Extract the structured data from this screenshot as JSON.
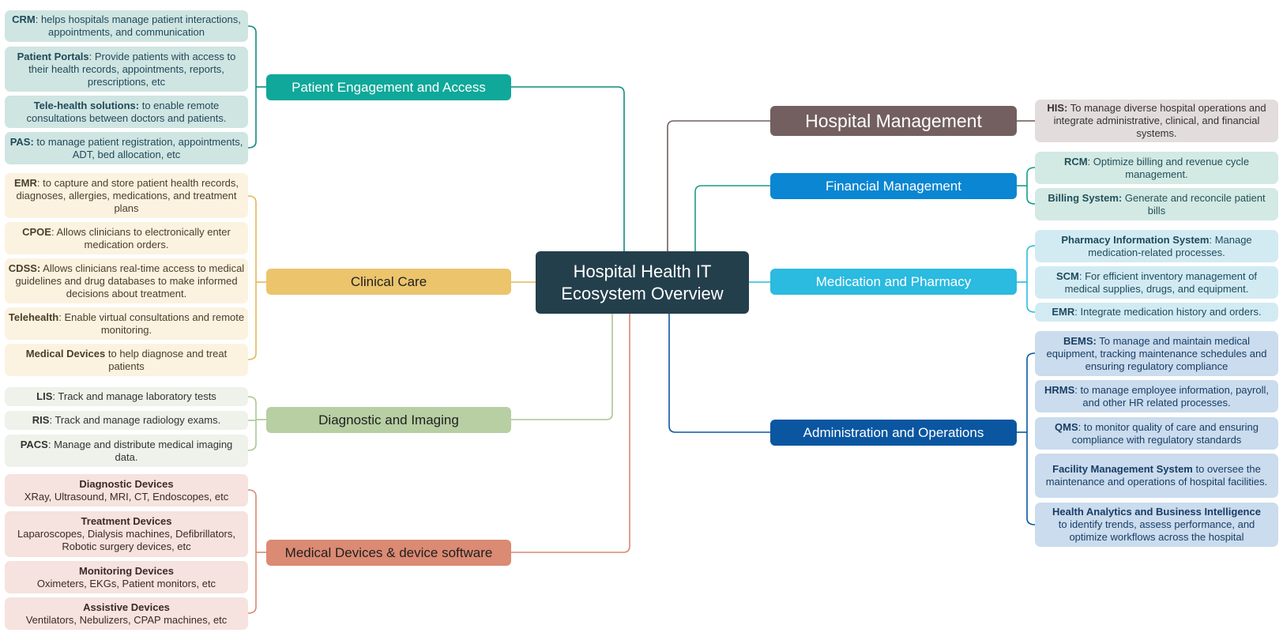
{
  "central": {
    "line1": "Hospital Health IT",
    "line2": "Ecosystem Overview",
    "color": "#243f4c"
  },
  "left_branches": [
    {
      "id": "patient",
      "label": "Patient Engagement and Access",
      "color": "#0fa89a",
      "text_color": "#ffffff",
      "leaf_bg": "#cfe5e2",
      "leaf_text": "#21495a",
      "wire": "#0f8b80",
      "leaves": [
        {
          "title": "CRM",
          "sep": ": ",
          "text": "helps hospitals manage patient interactions, appointments, and communication"
        },
        {
          "title": "Patient Portals",
          "sep": ": ",
          "text": "Provide patients with access to their health records, appointments, reports, prescriptions, etc"
        },
        {
          "title": "Tele-health solutions:",
          "sep": " ",
          "text": "to enable remote consultations between doctors and patients."
        },
        {
          "title": "PAS:",
          "sep": " ",
          "text": "to manage patient registration, appointments, ADT, bed allocation, etc"
        }
      ]
    },
    {
      "id": "clinical",
      "label": "Clinical Care",
      "color": "#ebc46c",
      "text_color": "#1f1f1f",
      "leaf_bg": "#fbf2e0",
      "leaf_text": "#4a3e28",
      "wire": "#e2b85a",
      "leaves": [
        {
          "title": "EMR",
          "sep": ": ",
          "text": "to capture and store patient health records, diagnoses, allergies, medications, and treatment plans"
        },
        {
          "title": "CPOE",
          "sep": ": ",
          "text": "Allows clinicians to electronically enter medication orders."
        },
        {
          "title": "CDSS:",
          "sep": " ",
          "text": "Allows clinicians real-time access to medical guidelines and drug databases to make informed decisions about treatment."
        },
        {
          "title": "Telehealth",
          "sep": ": ",
          "text": "Enable virtual consultations and remote monitoring."
        },
        {
          "title": "Medical Devices",
          "sep": " ",
          "text": "to help diagnose and treat patients"
        }
      ]
    },
    {
      "id": "diagnostic",
      "label": "Diagnostic and Imaging",
      "color": "#b7cfa3",
      "text_color": "#1f1f1f",
      "leaf_bg": "#eef2ea",
      "leaf_text": "#333333",
      "wire": "#a8c893",
      "leaves": [
        {
          "title": "LIS",
          "sep": ": ",
          "text": "Track and manage laboratory tests"
        },
        {
          "title": "RIS",
          "sep": ": ",
          "text": "Track and manage radiology exams."
        },
        {
          "title": "PACS",
          "sep": ": ",
          "text": "Manage and distribute medical imaging data."
        }
      ]
    },
    {
      "id": "devices",
      "label": "Medical Devices & device software",
      "color": "#db8a73",
      "text_color": "#1f1f1f",
      "leaf_bg": "#f6e2de",
      "leaf_text": "#3a2a26",
      "wire": "#d9886f",
      "leaves": [
        {
          "title": "Diagnostic Devices",
          "sep": "",
          "text": "XRay, Ultrasound, MRI, CT, Endoscopes, etc",
          "block": true
        },
        {
          "title": "Treatment Devices",
          "sep": "",
          "text": "Laparoscopes, Dialysis machines, Defibrillators, Robotic surgery devices, etc",
          "block": true
        },
        {
          "title": "Monitoring Devices",
          "sep": "",
          "text": "Oximeters, EKGs, Patient monitors, etc",
          "block": true
        },
        {
          "title": "Assistive Devices",
          "sep": "",
          "text": "Ventilators, Nebulizers, CPAP machines, etc",
          "block": true
        }
      ]
    }
  ],
  "right_branches": [
    {
      "id": "hospital",
      "label": "Hospital Management",
      "color": "#735f5f",
      "text_color": "#ffffff",
      "leaf_bg": "#e3dcdc",
      "leaf_text": "#333333",
      "wire": "#735f5f",
      "leaves": [
        {
          "title": "HIS:",
          "sep": " ",
          "text": "To manage diverse hospital operations and integrate administrative, clinical, and financial systems."
        }
      ]
    },
    {
      "id": "financial",
      "label": "Financial Management",
      "color": "#0a86d2",
      "text_color": "#ffffff",
      "leaf_bg": "#d3e9e3",
      "leaf_text": "#22505a",
      "wire": "#189c86",
      "leaves": [
        {
          "title": "RCM",
          "sep": ": ",
          "text": "Optimize billing and revenue cycle management."
        },
        {
          "title": "Billing System:",
          "sep": " ",
          "text": "Generate and reconcile patient bills"
        }
      ]
    },
    {
      "id": "medication",
      "label": "Medication and Pharmacy",
      "color": "#2bbae0",
      "text_color": "#ffffff",
      "leaf_bg": "#d2ebf3",
      "leaf_text": "#1e4a5c",
      "wire": "#2bbae0",
      "leaves": [
        {
          "title": "Pharmacy Information System",
          "sep": ": ",
          "text": "Manage medication-related processes."
        },
        {
          "title": "SCM",
          "sep": ": ",
          "text": "For efficient inventory management of medical supplies, drugs, and equipment."
        },
        {
          "title": "EMR",
          "sep": ": ",
          "text": "Integrate medication history and orders."
        }
      ]
    },
    {
      "id": "admin",
      "label": "Administration and Operations",
      "color": "#0b56a0",
      "text_color": "#ffffff",
      "leaf_bg": "#cadced",
      "leaf_text": "#193d66",
      "wire": "#0b56a0",
      "leaves": [
        {
          "title": "BEMS:",
          "sep": " ",
          "text": "To manage and maintain medical equipment, tracking maintenance schedules and ensuring regulatory compliance"
        },
        {
          "title": "HRMS",
          "sep": ": ",
          "text": "to manage employee information, payroll, and other HR related processes."
        },
        {
          "title": "QMS",
          "sep": ": ",
          "text": "to monitor quality of care and ensuring compliance with regulatory standards"
        },
        {
          "title": "Facility Management System",
          "sep": " ",
          "text": "to oversee the maintenance and operations of hospital facilities."
        },
        {
          "title": "Health Analytics and Business Intelligence",
          "sep": "",
          "text": "to identify trends, assess performance, and optimize workflows across the hospital",
          "block": true
        }
      ]
    }
  ]
}
